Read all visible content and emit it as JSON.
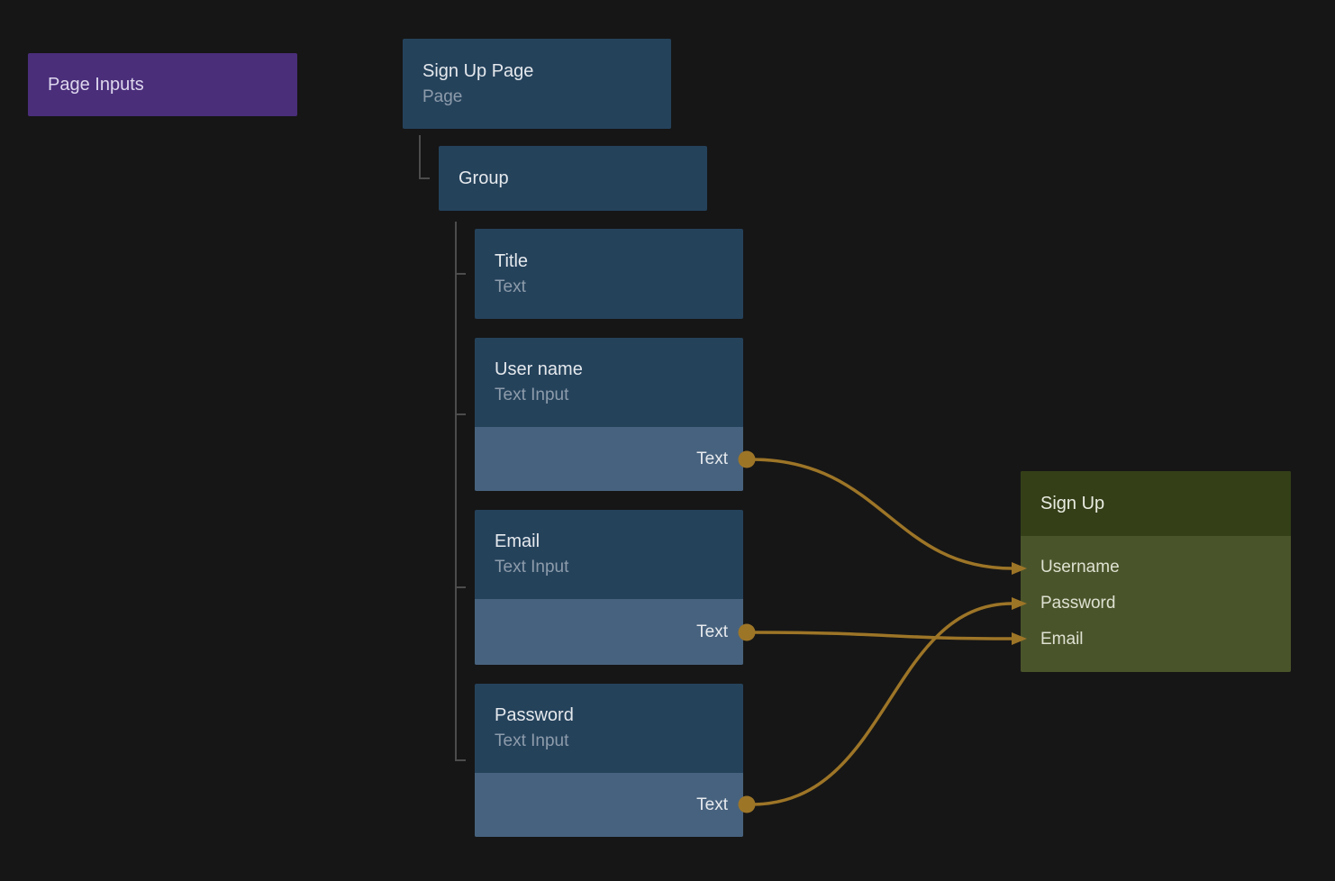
{
  "colors": {
    "background": "#161616",
    "node_header_blue": "#25425b",
    "node_port_blue": "#47627e",
    "page_inputs_purple": "#4a2e7a",
    "action_header_olive": "#343f18",
    "action_body_olive": "#4a542a",
    "wire_gold": "#9d7527",
    "tree_line_gray": "#4c4c4c",
    "title_text": "#e5e9ed",
    "subtitle_text": "#8d9cab"
  },
  "page_inputs": {
    "label": "Page Inputs"
  },
  "nodes": {
    "sign_up_page": {
      "title": "Sign Up Page",
      "subtitle": "Page"
    },
    "group": {
      "title": "Group"
    },
    "title_text": {
      "title": "Title",
      "subtitle": "Text"
    },
    "user_name": {
      "title": "User name",
      "subtitle": "Text Input",
      "port_label": "Text"
    },
    "email": {
      "title": "Email",
      "subtitle": "Text Input",
      "port_label": "Text"
    },
    "password": {
      "title": "Password",
      "subtitle": "Text Input",
      "port_label": "Text"
    },
    "sign_up": {
      "title": "Sign Up",
      "inputs": {
        "username": "Username",
        "password": "Password",
        "email": "Email"
      }
    }
  },
  "connections": [
    {
      "from": "user_name.Text",
      "to": "sign_up.Username"
    },
    {
      "from": "password.Text",
      "to": "sign_up.Password"
    },
    {
      "from": "email.Text",
      "to": "sign_up.Email"
    }
  ]
}
